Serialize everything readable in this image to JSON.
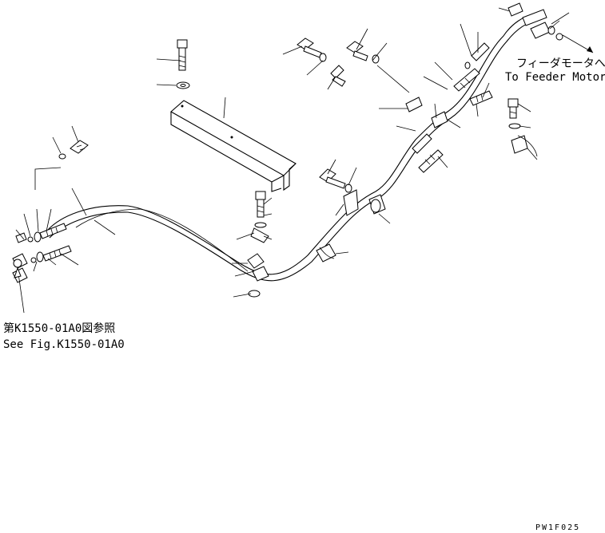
{
  "labels": {
    "feeder_jp": "フィーダモータへ",
    "feeder_en": "To Feeder Motor",
    "fig_ref_jp": "第K1550-01A0図参照",
    "fig_ref_en": "See Fig.K1550-01A0",
    "drawing_code": "PW1F025"
  }
}
